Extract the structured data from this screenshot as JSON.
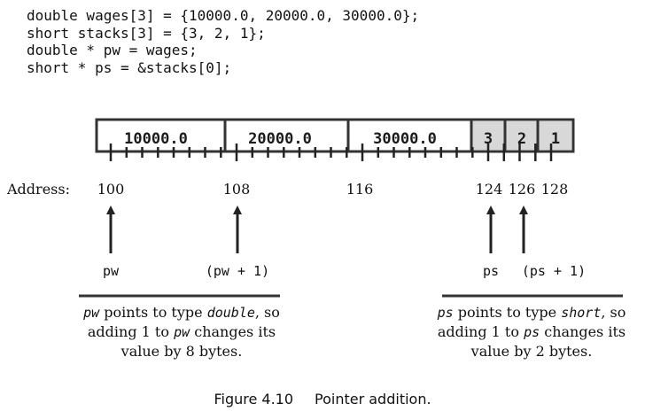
{
  "code_lines": [
    "double wages[3] = {10000.0, 20000.0, 30000.0};",
    "short stacks[3] = {3, 2, 1};",
    "double * pw = wages;",
    "short * ps = &stacks[0];"
  ],
  "memory_cells": [
    "10000.0",
    "20000.0",
    "30000.0",
    "3",
    "2",
    "1"
  ],
  "address_label": "Address:",
  "addresses": [
    "100",
    "108",
    "116",
    "124",
    "126",
    "128"
  ],
  "pointers": [
    "pw",
    "(pw + 1)",
    "ps",
    "(ps + 1)"
  ],
  "note_left": {
    "line1_var": "pw",
    "line1_mid": " points to type ",
    "line1_type": "double",
    "line1_end": ", so",
    "line2_pre": "adding 1 to ",
    "line2_var": "pw",
    "line2_end": " changes its",
    "line3": "value by 8 bytes."
  },
  "note_right": {
    "line1_var": "ps",
    "line1_mid": " points to type ",
    "line1_type": "short",
    "line1_end": ", so",
    "line2_pre": "adding 1 to ",
    "line2_var": "ps",
    "line2_end": " changes its",
    "line3": "value by 2 bytes."
  },
  "caption": {
    "number": "Figure 4.10",
    "title": "Pointer addition."
  }
}
